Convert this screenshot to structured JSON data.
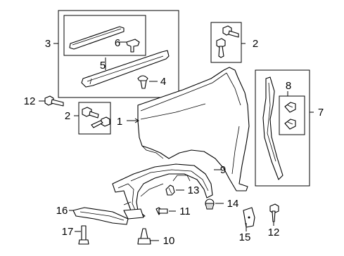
{
  "callouts": {
    "c1": "1",
    "c2_top": "2",
    "c2_left": "2",
    "c3": "3",
    "c4": "4",
    "c5": "5",
    "c6": "6",
    "c7": "7",
    "c8": "8",
    "c9": "9",
    "c10": "10",
    "c11": "11",
    "c12_left": "12",
    "c12_right": "12",
    "c13": "13",
    "c14": "14",
    "c15": "15",
    "c16": "16",
    "c17": "17"
  }
}
